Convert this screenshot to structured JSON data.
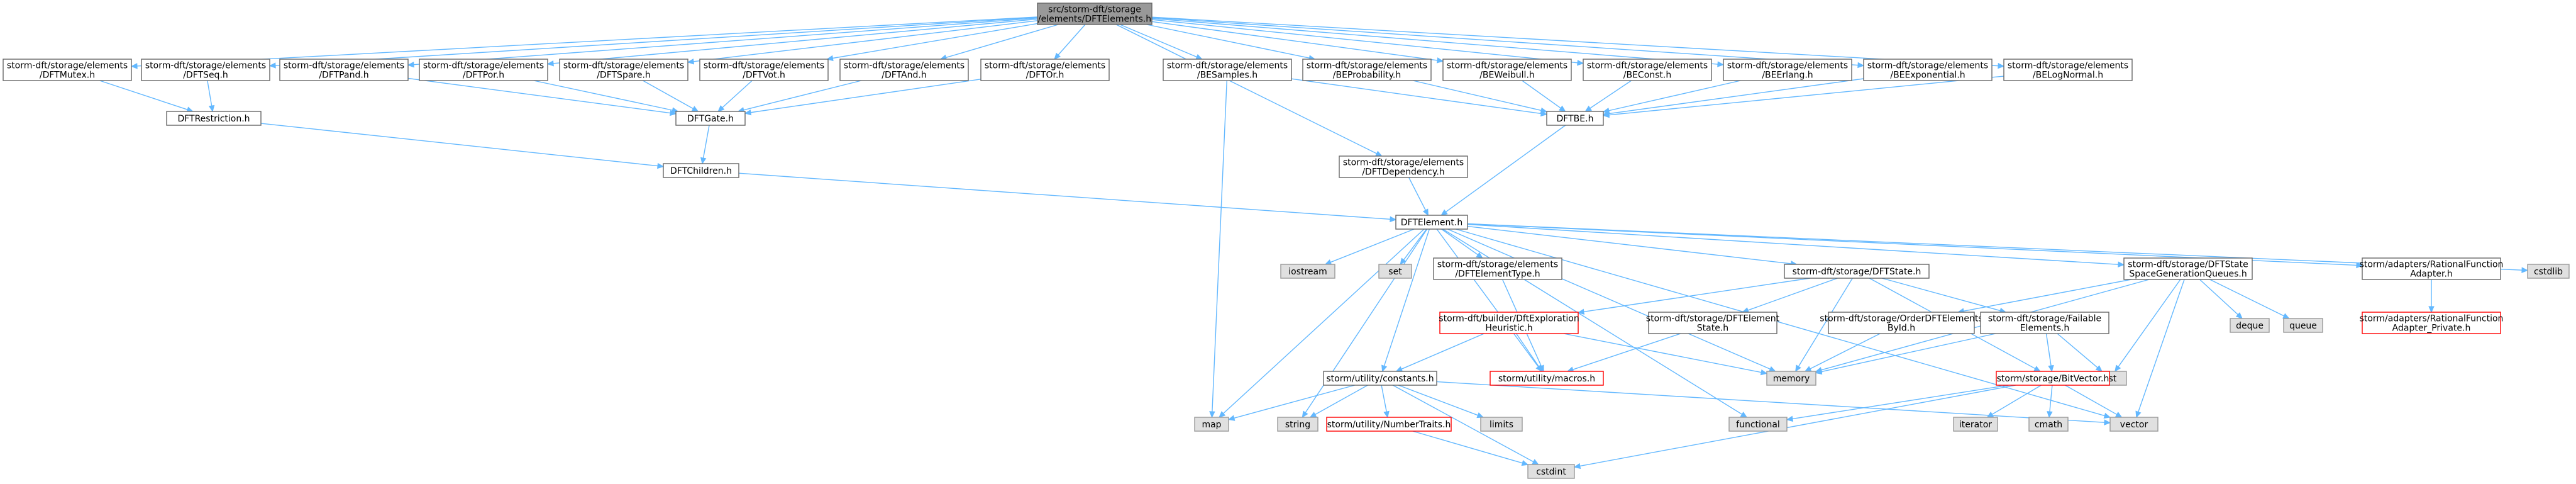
{
  "colors": {
    "edge": "#63b8ff",
    "node_border": "#666666",
    "node_fill": "#ffffff",
    "system_header_fill": "#e0e0e0",
    "system_header_border": "#999999",
    "missing_file_border": "#ff0000",
    "root_fill": "#999999",
    "root_border": "#666666"
  },
  "nodes": [
    {
      "id": "root",
      "kind": "root",
      "lines": [
        "src/storm-dft/storage",
        "/elements/DFTElements.h"
      ]
    },
    {
      "id": "mutex",
      "kind": "normal",
      "lines": [
        "storm-dft/storage/elements",
        "/DFTMutex.h"
      ]
    },
    {
      "id": "seq",
      "kind": "normal",
      "lines": [
        "storm-dft/storage/elements",
        "/DFTSeq.h"
      ]
    },
    {
      "id": "pand",
      "kind": "normal",
      "lines": [
        "storm-dft/storage/elements",
        "/DFTPand.h"
      ]
    },
    {
      "id": "por",
      "kind": "normal",
      "lines": [
        "storm-dft/storage/elements",
        "/DFTPor.h"
      ]
    },
    {
      "id": "spare",
      "kind": "normal",
      "lines": [
        "storm-dft/storage/elements",
        "/DFTSpare.h"
      ]
    },
    {
      "id": "vot",
      "kind": "normal",
      "lines": [
        "storm-dft/storage/elements",
        "/DFTVot.h"
      ]
    },
    {
      "id": "and",
      "kind": "normal",
      "lines": [
        "storm-dft/storage/elements",
        "/DFTAnd.h"
      ]
    },
    {
      "id": "or",
      "kind": "normal",
      "lines": [
        "storm-dft/storage/elements",
        "/DFTOr.h"
      ]
    },
    {
      "id": "samples",
      "kind": "normal",
      "lines": [
        "storm-dft/storage/elements",
        "/BESamples.h"
      ]
    },
    {
      "id": "prob",
      "kind": "normal",
      "lines": [
        "storm-dft/storage/elements",
        "/BEProbability.h"
      ]
    },
    {
      "id": "weibull",
      "kind": "normal",
      "lines": [
        "storm-dft/storage/elements",
        "/BEWeibull.h"
      ]
    },
    {
      "id": "const",
      "kind": "normal",
      "lines": [
        "storm-dft/storage/elements",
        "/BEConst.h"
      ]
    },
    {
      "id": "erlang",
      "kind": "normal",
      "lines": [
        "storm-dft/storage/elements",
        "/BEErlang.h"
      ]
    },
    {
      "id": "expo",
      "kind": "normal",
      "lines": [
        "storm-dft/storage/elements",
        "/BEExponential.h"
      ]
    },
    {
      "id": "lognormal",
      "kind": "normal",
      "lines": [
        "storm-dft/storage/elements",
        "/BELogNormal.h"
      ]
    },
    {
      "id": "restriction",
      "kind": "normal",
      "lines": [
        "DFTRestriction.h"
      ]
    },
    {
      "id": "gate",
      "kind": "normal",
      "lines": [
        "DFTGate.h"
      ]
    },
    {
      "id": "be",
      "kind": "normal",
      "lines": [
        "DFTBE.h"
      ]
    },
    {
      "id": "children",
      "kind": "normal",
      "lines": [
        "DFTChildren.h"
      ]
    },
    {
      "id": "dependency",
      "kind": "normal",
      "lines": [
        "storm-dft/storage/elements",
        "/DFTDependency.h"
      ]
    },
    {
      "id": "element",
      "kind": "normal",
      "lines": [
        "DFTElement.h"
      ]
    },
    {
      "id": "iostream",
      "kind": "system",
      "lines": [
        "iostream"
      ]
    },
    {
      "id": "set",
      "kind": "system",
      "lines": [
        "set"
      ]
    },
    {
      "id": "elemtype",
      "kind": "normal",
      "lines": [
        "storm-dft/storage/elements",
        "/DFTElementType.h"
      ]
    },
    {
      "id": "dftstate",
      "kind": "normal",
      "lines": [
        "storm-dft/storage/DFTState.h"
      ]
    },
    {
      "id": "queues",
      "kind": "normal",
      "lines": [
        "storm-dft/storage/DFTState",
        "SpaceGenerationQueues.h"
      ]
    },
    {
      "id": "rfa",
      "kind": "normal",
      "lines": [
        "storm/adapters/RationalFunction",
        "Adapter.h"
      ]
    },
    {
      "id": "cstdlib",
      "kind": "system",
      "lines": [
        "cstdlib"
      ]
    },
    {
      "id": "heuristic",
      "kind": "missing",
      "lines": [
        "storm-dft/builder/DftExploration",
        "Heuristic.h"
      ]
    },
    {
      "id": "elemstate",
      "kind": "normal",
      "lines": [
        "storm-dft/storage/DFTElement",
        "State.h"
      ]
    },
    {
      "id": "orderbyid",
      "kind": "normal",
      "lines": [
        "storm-dft/storage/OrderDFTElements",
        "ById.h"
      ]
    },
    {
      "id": "failable",
      "kind": "normal",
      "lines": [
        "storm-dft/storage/Failable",
        "Elements.h"
      ]
    },
    {
      "id": "deque",
      "kind": "system",
      "lines": [
        "deque"
      ]
    },
    {
      "id": "queue",
      "kind": "system",
      "lines": [
        "queue"
      ]
    },
    {
      "id": "rfap",
      "kind": "missing",
      "lines": [
        "storm/adapters/RationalFunction",
        "Adapter_Private.h"
      ]
    },
    {
      "id": "macros",
      "kind": "missing",
      "lines": [
        "storm/utility/macros.h"
      ]
    },
    {
      "id": "memory",
      "kind": "system",
      "lines": [
        "memory"
      ]
    },
    {
      "id": "list",
      "kind": "system",
      "lines": [
        "list"
      ]
    },
    {
      "id": "constants",
      "kind": "normal",
      "lines": [
        "storm/utility/constants.h"
      ]
    },
    {
      "id": "bitvector",
      "kind": "missing",
      "lines": [
        "storm/storage/BitVector.h"
      ]
    },
    {
      "id": "map",
      "kind": "system",
      "lines": [
        "map"
      ]
    },
    {
      "id": "string",
      "kind": "system",
      "lines": [
        "string"
      ]
    },
    {
      "id": "numbertraits",
      "kind": "missing",
      "lines": [
        "storm/utility/NumberTraits.h"
      ]
    },
    {
      "id": "limits",
      "kind": "system",
      "lines": [
        "limits"
      ]
    },
    {
      "id": "functional",
      "kind": "system",
      "lines": [
        "functional"
      ]
    },
    {
      "id": "iterator",
      "kind": "system",
      "lines": [
        "iterator"
      ]
    },
    {
      "id": "cmath",
      "kind": "system",
      "lines": [
        "cmath"
      ]
    },
    {
      "id": "vector",
      "kind": "system",
      "lines": [
        "vector"
      ]
    },
    {
      "id": "cstdint",
      "kind": "system",
      "lines": [
        "cstdint"
      ]
    }
  ],
  "edges": [
    [
      "root",
      "mutex"
    ],
    [
      "root",
      "seq"
    ],
    [
      "root",
      "pand"
    ],
    [
      "root",
      "por"
    ],
    [
      "root",
      "spare"
    ],
    [
      "root",
      "vot"
    ],
    [
      "root",
      "and"
    ],
    [
      "root",
      "or"
    ],
    [
      "root",
      "samples"
    ],
    [
      "root",
      "prob"
    ],
    [
      "root",
      "weibull"
    ],
    [
      "root",
      "const"
    ],
    [
      "root",
      "erlang"
    ],
    [
      "root",
      "expo"
    ],
    [
      "root",
      "lognormal"
    ],
    [
      "root",
      "dependency"
    ],
    [
      "mutex",
      "restriction"
    ],
    [
      "seq",
      "restriction"
    ],
    [
      "pand",
      "gate"
    ],
    [
      "por",
      "gate"
    ],
    [
      "spare",
      "gate"
    ],
    [
      "vot",
      "gate"
    ],
    [
      "and",
      "gate"
    ],
    [
      "or",
      "gate"
    ],
    [
      "samples",
      "be"
    ],
    [
      "samples",
      "map"
    ],
    [
      "prob",
      "be"
    ],
    [
      "weibull",
      "be"
    ],
    [
      "const",
      "be"
    ],
    [
      "erlang",
      "be"
    ],
    [
      "expo",
      "be"
    ],
    [
      "lognormal",
      "be"
    ],
    [
      "restriction",
      "children"
    ],
    [
      "gate",
      "children"
    ],
    [
      "children",
      "element"
    ],
    [
      "be",
      "element"
    ],
    [
      "dependency",
      "element"
    ],
    [
      "element",
      "iostream"
    ],
    [
      "element",
      "set"
    ],
    [
      "element",
      "elemtype"
    ],
    [
      "element",
      "dftstate"
    ],
    [
      "element",
      "queues"
    ],
    [
      "element",
      "rfa"
    ],
    [
      "element",
      "cstdlib"
    ],
    [
      "element",
      "map"
    ],
    [
      "element",
      "string"
    ],
    [
      "element",
      "constants"
    ],
    [
      "element",
      "memory"
    ],
    [
      "element",
      "functional"
    ],
    [
      "element",
      "vector"
    ],
    [
      "element",
      "macros"
    ],
    [
      "elemtype",
      "macros"
    ],
    [
      "dftstate",
      "heuristic"
    ],
    [
      "dftstate",
      "elemstate"
    ],
    [
      "dftstate",
      "failable"
    ],
    [
      "dftstate",
      "memory"
    ],
    [
      "dftstate",
      "bitvector"
    ],
    [
      "queues",
      "orderbyid"
    ],
    [
      "queues",
      "deque"
    ],
    [
      "queues",
      "queue"
    ],
    [
      "queues",
      "list"
    ],
    [
      "queues",
      "vector"
    ],
    [
      "queues",
      "memory"
    ],
    [
      "rfa",
      "rfap"
    ],
    [
      "heuristic",
      "macros"
    ],
    [
      "heuristic",
      "memory"
    ],
    [
      "heuristic",
      "constants"
    ],
    [
      "elemstate",
      "macros"
    ],
    [
      "orderbyid",
      "memory"
    ],
    [
      "failable",
      "bitvector"
    ],
    [
      "failable",
      "list"
    ],
    [
      "failable",
      "memory"
    ],
    [
      "constants",
      "map"
    ],
    [
      "constants",
      "string"
    ],
    [
      "constants",
      "numbertraits"
    ],
    [
      "constants",
      "limits"
    ],
    [
      "constants",
      "cstdint"
    ],
    [
      "constants",
      "vector"
    ],
    [
      "numbertraits",
      "cstdint"
    ],
    [
      "bitvector",
      "iterator"
    ],
    [
      "bitvector",
      "cmath"
    ],
    [
      "bitvector",
      "vector"
    ],
    [
      "bitvector",
      "functional"
    ],
    [
      "bitvector",
      "cstdint"
    ]
  ]
}
